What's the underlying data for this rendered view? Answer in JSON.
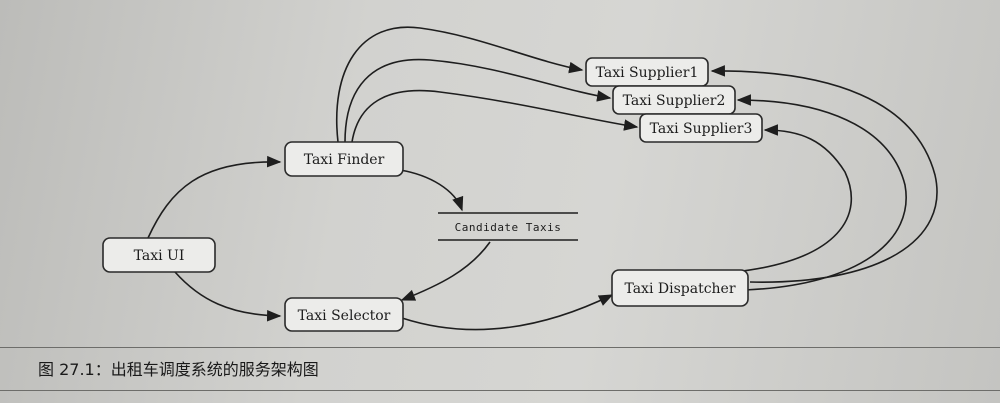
{
  "diagram": {
    "nodes": {
      "taxi_ui": "Taxi UI",
      "taxi_finder": "Taxi Finder",
      "taxi_selector": "Taxi Selector",
      "candidate_taxis": "Candidate Taxis",
      "taxi_dispatcher": "Taxi Dispatcher",
      "supplier1": "Taxi Supplier1",
      "supplier2": "Taxi Supplier2",
      "supplier3": "Taxi Supplier3"
    },
    "edges": [
      {
        "from": "Taxi UI",
        "to": "Taxi Finder"
      },
      {
        "from": "Taxi UI",
        "to": "Taxi Selector"
      },
      {
        "from": "Taxi Finder",
        "to": "Taxi Supplier1"
      },
      {
        "from": "Taxi Finder",
        "to": "Taxi Supplier2"
      },
      {
        "from": "Taxi Finder",
        "to": "Taxi Supplier3"
      },
      {
        "from": "Taxi Finder",
        "to": "Candidate Taxis"
      },
      {
        "from": "Candidate Taxis",
        "to": "Taxi Selector"
      },
      {
        "from": "Taxi Selector",
        "to": "Taxi Dispatcher"
      },
      {
        "from": "Taxi Dispatcher",
        "to": "Taxi Supplier1"
      },
      {
        "from": "Taxi Dispatcher",
        "to": "Taxi Supplier2"
      },
      {
        "from": "Taxi Dispatcher",
        "to": "Taxi Supplier3"
      }
    ],
    "colors": {
      "box_fill": "#ececea",
      "stroke": "#1e1e1e",
      "page": "#d2d2cf"
    }
  },
  "caption": "图 27.1：出租车调度系统的服务架构图"
}
